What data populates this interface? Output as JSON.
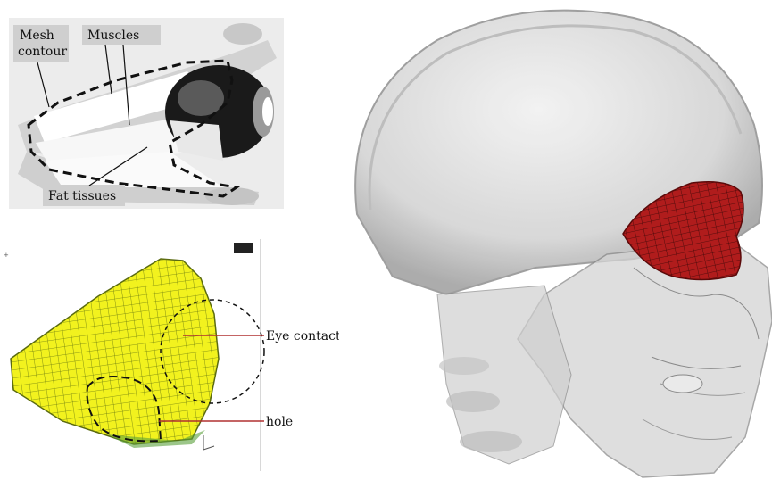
{
  "eye_diagram": {
    "labels": {
      "mesh_contour_line1": "Mesh",
      "mesh_contour_line2": "contour",
      "muscles": "Muscles",
      "fat_tissues": "Fat tissues"
    }
  },
  "mesh_diagram": {
    "labels": {
      "eye_contact": "Eye contact",
      "hole": "hole"
    },
    "colors": {
      "mesh_fill": "#f2f21e",
      "mesh_line": "#6a7a10",
      "callout_line": "#b03030"
    }
  },
  "skull_render": {
    "colors": {
      "orbit_mesh": "#b01c1c",
      "skull": "#d9d9d9"
    }
  }
}
